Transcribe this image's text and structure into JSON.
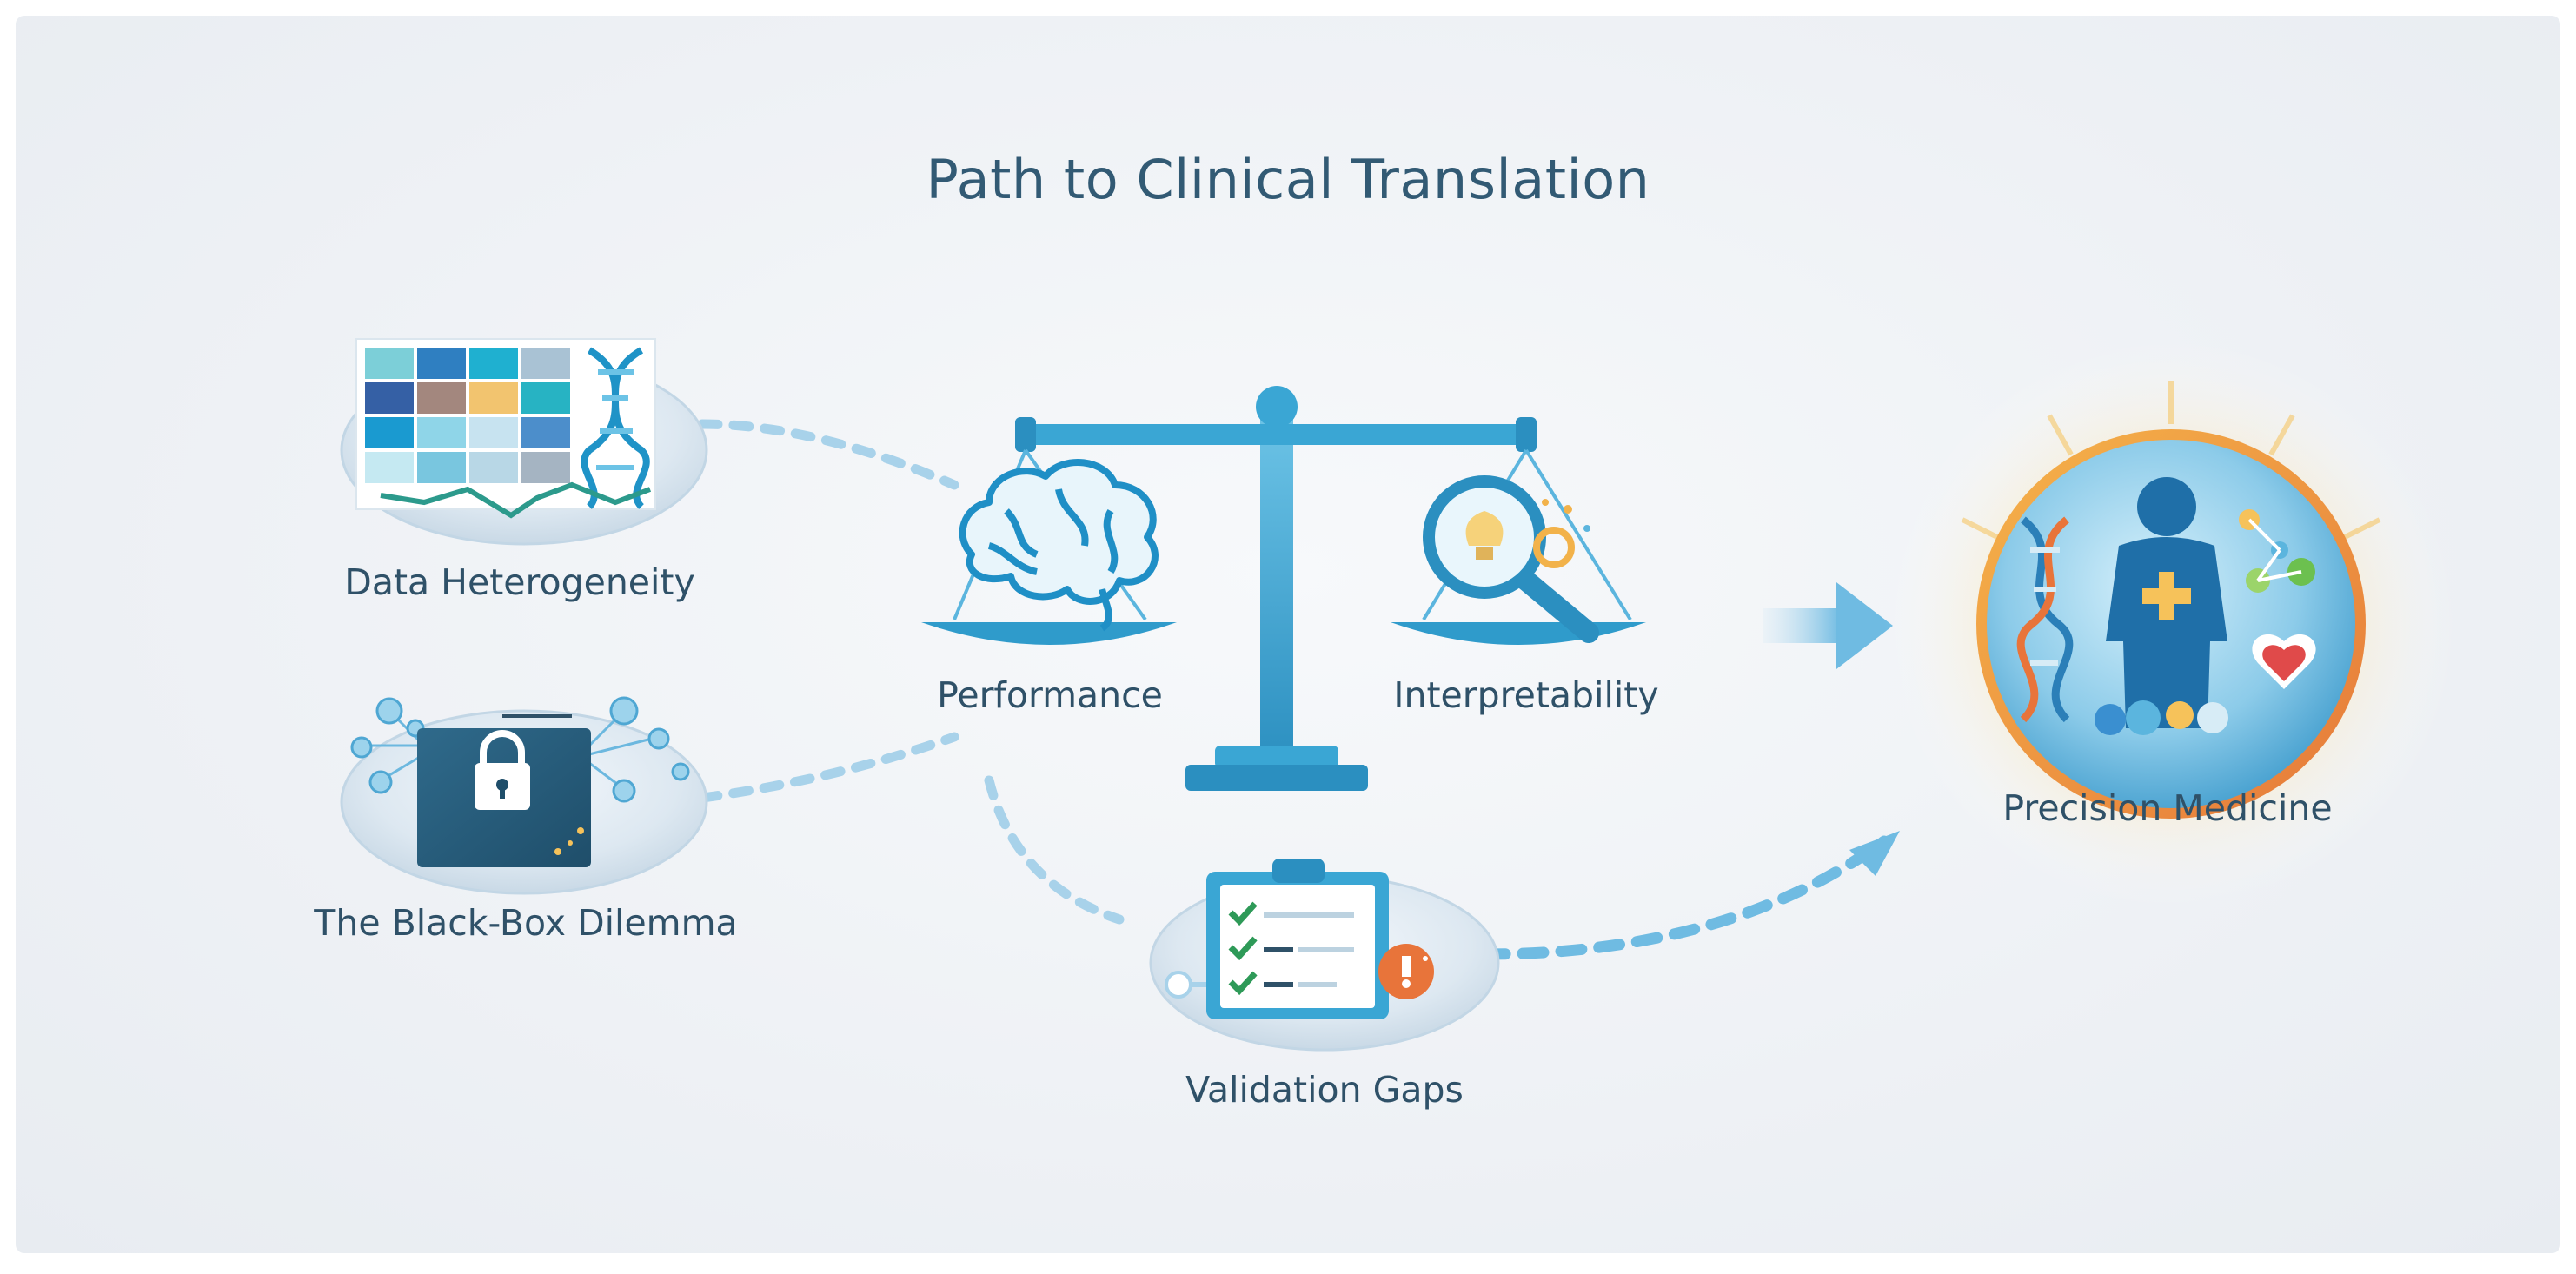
{
  "title": "Path to Clinical Translation",
  "nodes": {
    "data_heterogeneity": "Data Heterogeneity",
    "black_box": "The Black-Box Dilemma",
    "performance": "Performance",
    "interpretability": "Interpretability",
    "validation_gaps": "Validation Gaps",
    "precision_medicine": "Precision Medicine"
  },
  "colors": {
    "primary": "#2b9fc9",
    "accent_blue": "#3aa6d4",
    "dark_text": "#2f5168",
    "check_green": "#2e9a58",
    "warning_orange": "#e8743a",
    "heart_red": "#e04a4a",
    "glow_gold": "#f6c25a"
  },
  "icons": {
    "heterogeneity": "heatmap-dna-icon",
    "black_box": "locked-box-network-icon",
    "performance": "brain-icon",
    "interpretability": "magnifier-lightbulb-icon",
    "validation": "clipboard-checklist-icon",
    "precision": "human-dna-molecule-icon"
  }
}
